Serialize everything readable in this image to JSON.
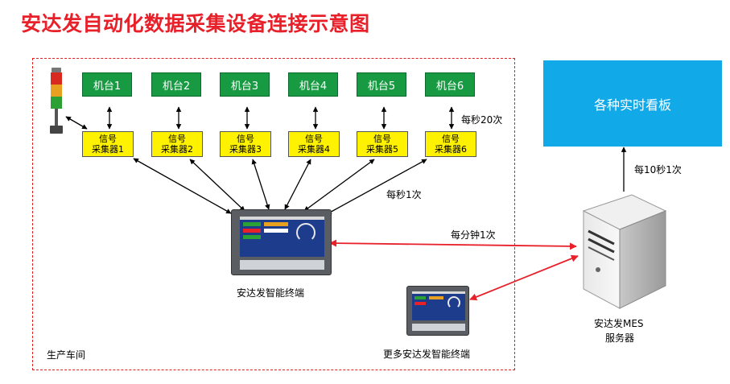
{
  "title": "安达发自动化数据采集设备连接示意图",
  "workshop_label": "生产车间",
  "machines": [
    "机台1",
    "机台2",
    "机台3",
    "机台4",
    "机台5",
    "机台6"
  ],
  "collectors": [
    {
      "line1": "信号",
      "line2": "采集器1"
    },
    {
      "line1": "信号",
      "line2": "采集器2"
    },
    {
      "line1": "信号",
      "line2": "采集器3"
    },
    {
      "line1": "信号",
      "line2": "采集器4"
    },
    {
      "line1": "信号",
      "line2": "采集器5"
    },
    {
      "line1": "信号",
      "line2": "采集器6"
    }
  ],
  "rates": {
    "collector_rate": "每秒20次",
    "terminal_rate": "每秒1次",
    "server_rate": "每分钟1次",
    "board_rate": "每10秒1次"
  },
  "terminal_label": "安达发智能终端",
  "more_terminals_label": "更多安达发智能终端",
  "server_label_line1": "安达发MES",
  "server_label_line2": "服务器",
  "board_label": "各种实时看板",
  "colors": {
    "title": "#e8202a",
    "machine": "#179a42",
    "collector": "#fff200",
    "board": "#12a9e8",
    "server_arrow": "#e8202a"
  }
}
